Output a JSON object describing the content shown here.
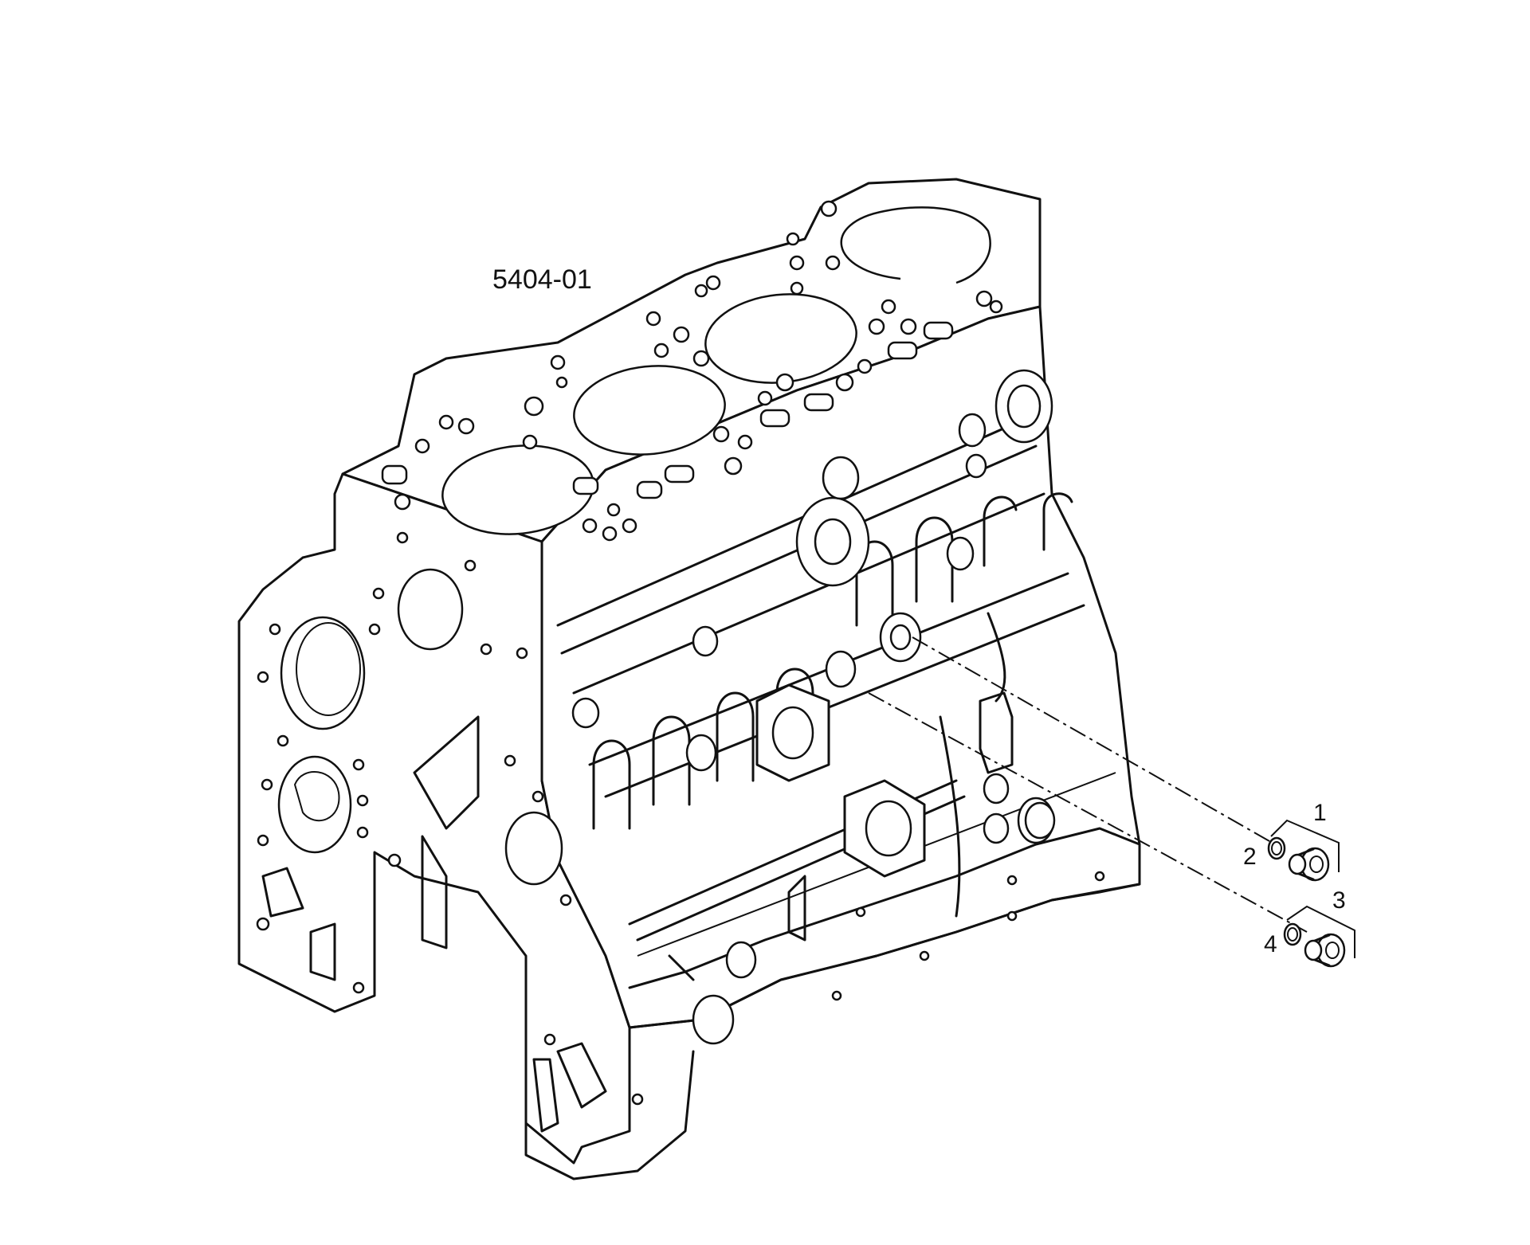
{
  "diagram": {
    "part_code": "5404-01",
    "callouts": [
      {
        "id": "1",
        "label": "1"
      },
      {
        "id": "2",
        "label": "2"
      },
      {
        "id": "3",
        "label": "3"
      },
      {
        "id": "4",
        "label": "4"
      }
    ],
    "colors": {
      "line": "#111111",
      "background": "#ffffff"
    }
  }
}
